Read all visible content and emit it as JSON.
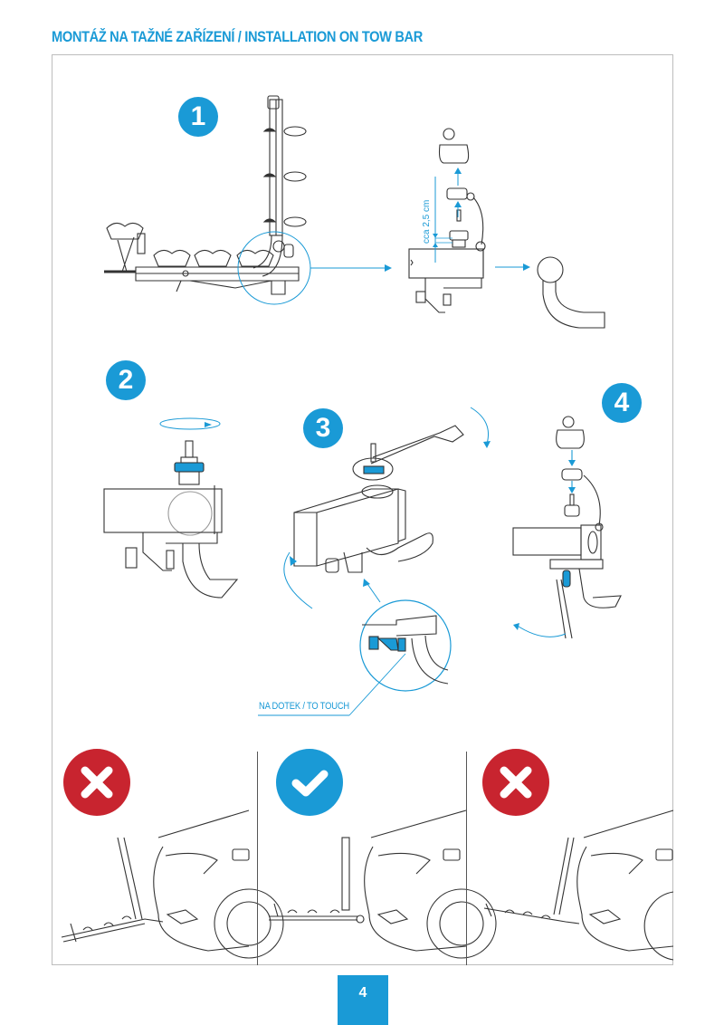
{
  "page": {
    "title": "MONTÁŽ NA TAŽNÉ ZAŘÍZENÍ / INSTALLATION ON TOW BAR",
    "page_number": "4"
  },
  "steps": [
    {
      "number": "1"
    },
    {
      "number": "2"
    },
    {
      "number": "3"
    },
    {
      "number": "4"
    }
  ],
  "annotations": {
    "distance": "cca 2,5 cm",
    "touch": "NA DOTEK / TO TOUCH"
  },
  "verdicts": [
    {
      "status": "incorrect",
      "icon": "cross-icon"
    },
    {
      "status": "correct",
      "icon": "check-icon"
    },
    {
      "status": "incorrect",
      "icon": "cross-icon"
    }
  ],
  "colors": {
    "accent": "#1a9ad6",
    "error": "#c8242f",
    "frame": "#bdbdbd"
  }
}
